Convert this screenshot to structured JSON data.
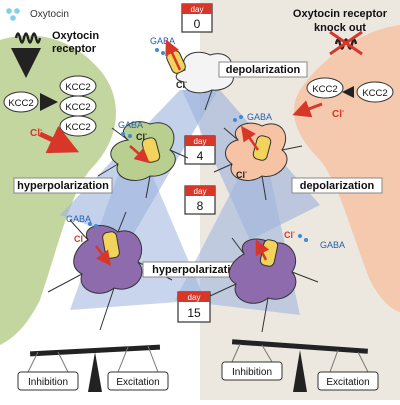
{
  "legend": {
    "oxytocin_label": "Oxytocin",
    "receptor_label_line1": "Oxytocin",
    "receptor_label_line2": "receptor"
  },
  "knockout": {
    "line1": "Oxytocin receptor",
    "line2": "knock out"
  },
  "transporter": {
    "kcc2_label": "KCC2"
  },
  "ions": {
    "chloride": "Cl",
    "chloride_charge": "-",
    "gaba": "GABA"
  },
  "days": {
    "header": "day",
    "values": [
      "0",
      "4",
      "8",
      "15"
    ]
  },
  "states": {
    "depolarization": "depolarization",
    "hyperpolarization": "hyperpolarization"
  },
  "balance": {
    "inhibition": "Inhibition",
    "excitation": "Excitation"
  },
  "colors": {
    "left_bg": "#ffffff",
    "right_bg": "#ece7df",
    "wild_type_cell": "#b9cf8f",
    "knockout_cell": "#f6c3a5",
    "mature_cell": "#8e6bad",
    "immature_cell": "#f4f4f4",
    "beam": "#9cb2dc",
    "arrow_red": "#d83628",
    "channel_yellow": "#f2d35c",
    "gaba_dot": "#3d8ad6"
  }
}
